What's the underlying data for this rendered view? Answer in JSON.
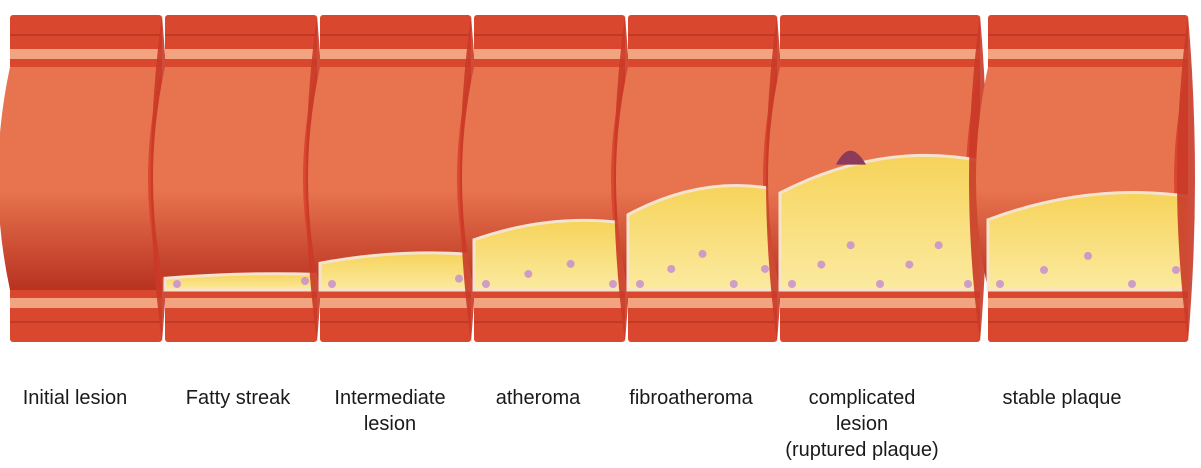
{
  "stages": [
    {
      "id": "initial",
      "lines": [
        "Initial lesion"
      ],
      "plaque": 0.0,
      "ruptured": false
    },
    {
      "id": "fatty",
      "lines": [
        "Fatty streak"
      ],
      "plaque": 0.07,
      "ruptured": false
    },
    {
      "id": "intermediate",
      "lines": [
        "Intermediate",
        "lesion"
      ],
      "plaque": 0.16,
      "ruptured": false
    },
    {
      "id": "atheroma",
      "lines": [
        "atheroma"
      ],
      "plaque": 0.3,
      "ruptured": false
    },
    {
      "id": "fibroatheroma",
      "lines": [
        "fibroatheroma"
      ],
      "plaque": 0.45,
      "ruptured": false
    },
    {
      "id": "complicated",
      "lines": [
        "complicated",
        "lesion",
        "(ruptured plaque)"
      ],
      "plaque": 0.58,
      "ruptured": true
    },
    {
      "id": "stable",
      "lines": [
        "stable plaque"
      ],
      "plaque": 0.42,
      "ruptured": false
    }
  ],
  "colors": {
    "wall_outer": "#d9472f",
    "wall_band": "#f2a37f",
    "lumen": "#e8744f",
    "lumen_dark": "#b83220",
    "lipid": "#f6d35a",
    "lipid_light": "#fbeaa0",
    "cap": "#f5e3cf",
    "thrombus": "#8e3a5a",
    "foam_cell": "#c68fd0",
    "end_face": "#c93a27"
  }
}
